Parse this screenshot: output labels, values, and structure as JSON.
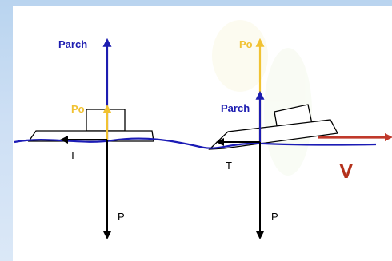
{
  "colors": {
    "background": "#cddff4",
    "panel": "#ffffff",
    "arch_force": "#1c1cb0",
    "po_force": "#f1c232",
    "weight_force": "#000000",
    "water_line": "#1b1bb5",
    "velocity": "#c0392b",
    "velocity_label": "#b4311b"
  },
  "boat_left": {
    "parch_label": "Parch",
    "po_label": "Po",
    "t_label": "T",
    "p_label": "P"
  },
  "boat_right": {
    "parch_label": "Parch",
    "po_label": "Po",
    "t_label": "T",
    "p_label": "P"
  },
  "velocity": {
    "label": "V"
  }
}
